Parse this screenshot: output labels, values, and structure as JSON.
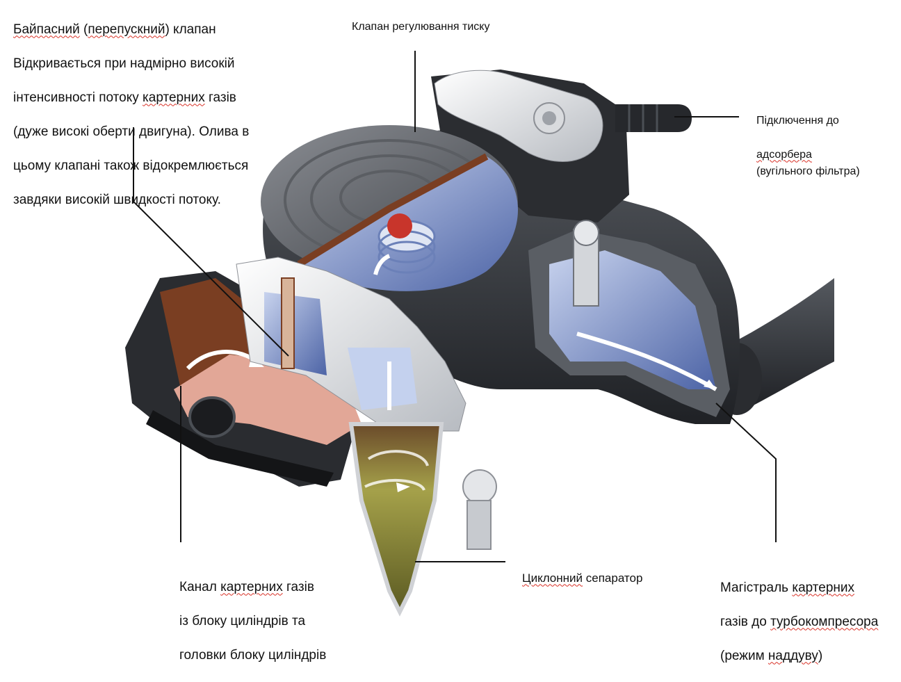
{
  "labels": {
    "bypass_valve": {
      "title_w1": "Байпасний",
      "title_paren_open": "(",
      "title_w2": "перепускний",
      "title_rest": ") клапан",
      "line2": "Відкривається при надмірно високій",
      "line3_a": "інтенсивності потоку ",
      "line3_w": "картерних",
      "line3_b": " газів",
      "line4": "(дуже високі оберти двигуна). Олива в",
      "line5": "цьому клапані також відокремлюється",
      "line6": "завдяки високій швидкості потоку."
    },
    "pressure_valve": "Клапан регулювання тиску",
    "adsorber": {
      "line1": "Підключення до",
      "line2": "адсорбера",
      "line3": "(вугільного фільтра)"
    },
    "crankcase_channel": {
      "line1_a": "Канал ",
      "line1_w": "картерних",
      "line1_b": " газів",
      "line2": "із блоку циліндрів та",
      "line3": "головки блоку циліндрів"
    },
    "cyclone": {
      "w1": "Циклонний",
      "rest": " сепаратор"
    },
    "turbo_line": {
      "line1_a": "Магістраль ",
      "line1_w": "картерних",
      "line2_a": "газів до ",
      "line2_w": "турбокомпресора",
      "line3_a": "(режим ",
      "line3_w": "наддуву",
      "line3_b": ")"
    }
  },
  "colors": {
    "housing_dark": "#2f3236",
    "housing_mid": "#4a4e54",
    "cover_grey": "#6d7076",
    "light_grey": "#c9ccd1",
    "cutaway_blue": "#7f95c7",
    "blue_light": "#b9c6e6",
    "oil_brown": "#7a3e22",
    "pink_flow": "#e2a797",
    "cyclone_green": "#9a9440",
    "red_part": "#c8352b"
  }
}
